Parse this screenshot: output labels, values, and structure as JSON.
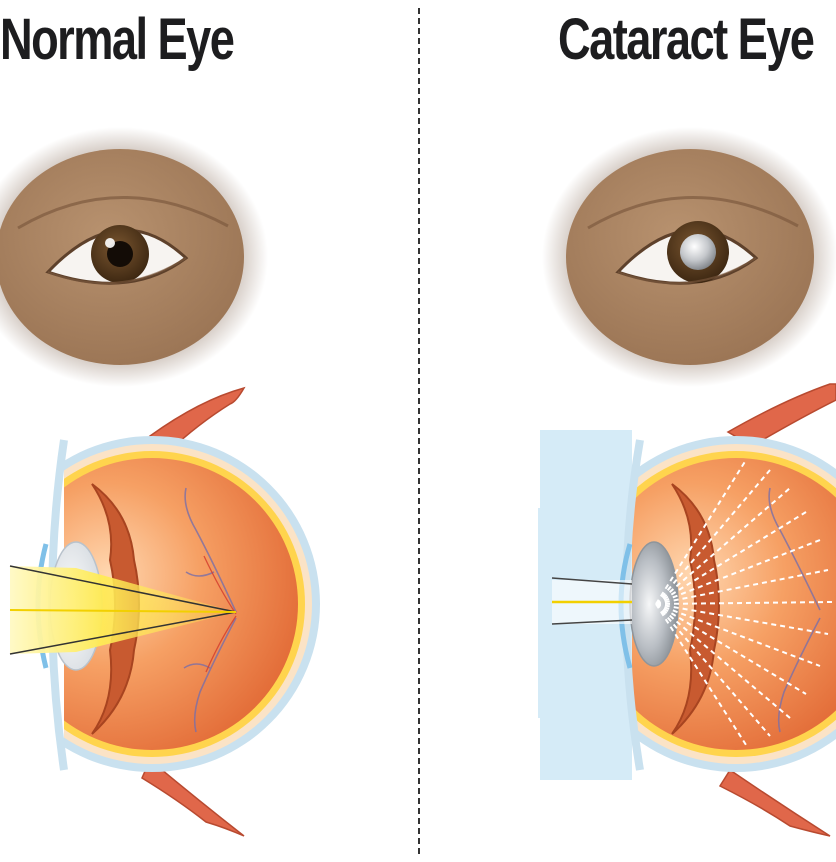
{
  "titles": {
    "normal": "Normal Eye",
    "cataract": "Cataract Eye"
  },
  "illustration": {
    "normal_pupil": "clear dark pupil",
    "cataract_pupil": "clouded grey-white pupil",
    "normal_light": "focused beam converging on retina",
    "cataract_light": "scattered rays across retina"
  },
  "colors": {
    "skin": "#a47e5f",
    "iris": "#5a3c1e",
    "eyeball": "#e8733e",
    "sclera_outer": "#c9e1ef",
    "retina_yellow": "#ffd44d",
    "light_box": "#d5ebf7",
    "muscle": "#e0674a",
    "title_text": "#1d1d1f"
  }
}
